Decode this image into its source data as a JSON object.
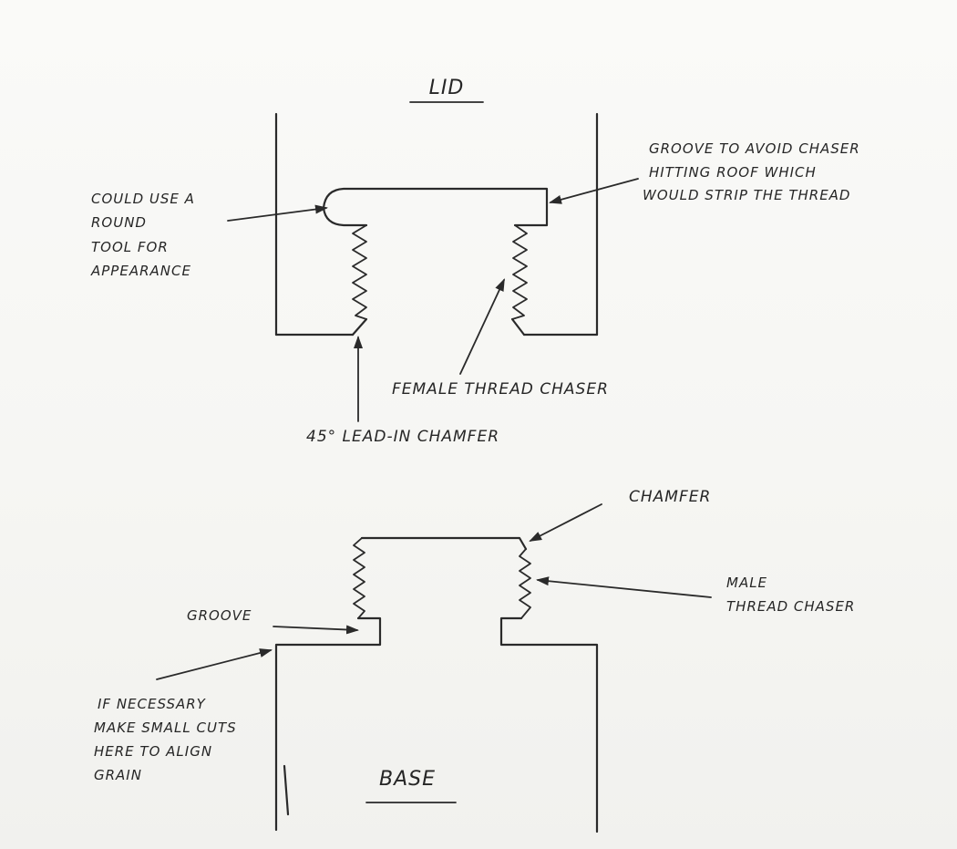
{
  "lid": {
    "title": "LID",
    "round_tool_note": [
      "COULD USE A",
      "ROUND",
      "TOOL FOR",
      "APPEARANCE"
    ],
    "groove_note": [
      "GROOVE TO AVOID CHASER",
      "HITTING ROOF WHICH",
      "WOULD STRIP THE THREAD"
    ],
    "female_chaser": "FEMALE THREAD CHASER",
    "lead_in_chamfer": "45° LEAD-IN CHAMFER"
  },
  "base": {
    "title": "BASE",
    "chamfer": "CHAMFER",
    "male_chaser": [
      "MALE",
      "THREAD CHASER"
    ],
    "groove": "GROOVE",
    "align_note": [
      "IF NECESSARY",
      "MAKE SMALL CUTS",
      "HERE TO ALIGN",
      "GRAIN"
    ]
  },
  "colors": {
    "paper": "#f6f6f3",
    "ink": "#2a2a2a"
  }
}
